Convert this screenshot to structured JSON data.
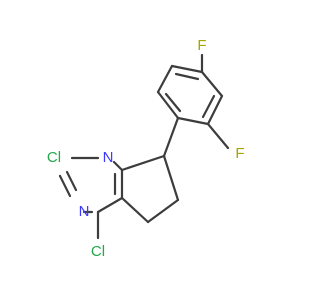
{
  "colors": {
    "bond": "#3d3d3d",
    "N": "#3a3aff",
    "Cl": "#22a84a",
    "F": "#a6a600"
  },
  "atoms": {
    "n1": "N",
    "n3": "N",
    "cl2": "Cl",
    "cl4": "Cl",
    "f_para": "F",
    "f_ortho": "F"
  }
}
